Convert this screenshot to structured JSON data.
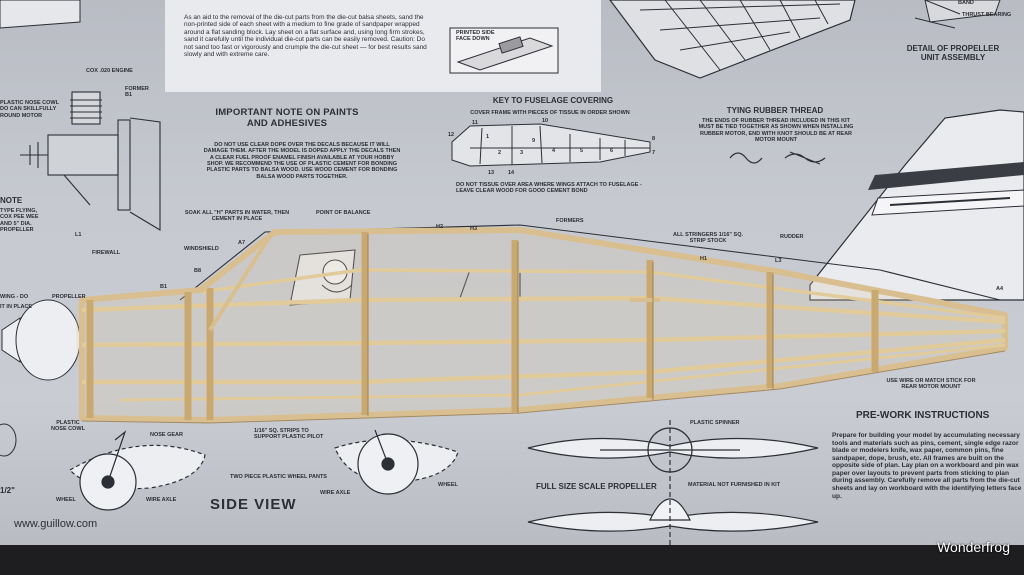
{
  "intro_text": "As an aid to the removal of the die-cut parts from the die-cut balsa sheets, sand the non-printed side of each sheet with a medium to fine grade of sandpaper wrapped around a flat sanding block. Lay sheet on a flat surface and, using long firm strokes, sand it carefully until the individual die-cut parts can be easily removed. Caution: Do not sand too fast or vigorously and crumple the die-cut sheet — for best results sand slowly and with extreme care.",
  "printed_side_label": "PRINTED SIDE FACE DOWN",
  "propeller_unit": {
    "title": "DETAIL OF PROPELLER UNIT ASSEMBLY",
    "labels": [
      "BAND",
      "THRUST BEARING"
    ]
  },
  "engine": {
    "labels": [
      "COX .020 ENGINE",
      "FORMER B1",
      "PLASTIC NOSE COWL DO CAN SKILLFULLY ROUND MOTOR",
      "FIREWALL",
      "L1"
    ],
    "note_title": "NOTE",
    "note_text": "TYPE FLYING, COX PEE WEE AND 5\" DIA. PROPELLER"
  },
  "paints_note": {
    "title": "IMPORTANT NOTE ON PAINTS AND ADHESIVES",
    "text": "DO NOT USE CLEAR DOPE OVER THE DECALS BECAUSE IT WILL DAMAGE THEM. AFTER THE MODEL IS DOPED APPLY THE DECALS THEN A CLEAR FUEL PROOF ENAMEL FINISH AVAILABLE AT YOUR HOBBY SHOP. WE RECOMMEND THE USE OF PLASTIC CEMENT FOR BONDING PLASTIC PARTS TO BALSA WOOD. USE WOOD CEMENT FOR BONDING BALSA WOOD PARTS TOGETHER."
  },
  "fuselage_key": {
    "title": "KEY TO FUSELAGE COVERING",
    "subtitle": "COVER FRAME WITH PIECES OF TISSUE IN ORDER SHOWN",
    "numbers": [
      "1",
      "2",
      "3",
      "4",
      "5",
      "6",
      "7",
      "8",
      "9",
      "10",
      "11",
      "12",
      "13",
      "14"
    ],
    "note": "DO NOT TISSUE OVER AREA WHERE WINGS ATTACH TO FUSELAGE - LEAVE CLEAR WOOD FOR GOOD CEMENT BOND"
  },
  "rubber_thread": {
    "title": "TYING RUBBER THREAD",
    "text": "THE ENDS OF RUBBER THREAD INCLUDED IN THIS KIT MUST BE TIED TOGETHER AS SHOWN WHEN INSTALLING RUBBER MOTOR, END WITH KNOT SHOULD BE AT REAR MOTOR MOUNT"
  },
  "side_view_labels": {
    "soak": "SOAK ALL \"H\" PARTS IN WATER, THEN CEMENT IN PLACE",
    "point_of_balance": "POINT OF BALANCE",
    "windshield": "WINDSHIELD",
    "formers": "FORMERS",
    "stringers": "ALL STRINGERS 1/16\" SQ. STRIP STOCK",
    "rudder": "RUDDER",
    "propeller": "PROPELLER",
    "wing_do": "WING - DO",
    "in_place": "IT IN PLACE",
    "plastic_nose_cowl": "PLASTIC NOSE COWL",
    "nose_gear": "NOSE GEAR",
    "strips": "1/16\" SQ. STRIPS TO SUPPORT PLASTIC PILOT",
    "wheel_pants": "TWO PIECE PLASTIC WHEEL PANTS",
    "wheel": "WHEEL",
    "wire_axle": "WIRE AXLE",
    "wheel2": "WHEEL",
    "wire_axle2": "WIRE AXLE",
    "half_inch": "1/2\"",
    "rear_mount": "USE WIRE OR MATCH STICK FOR REAR MOTOR MOUNT",
    "part_labels": [
      "A7",
      "B8",
      "B1",
      "H2",
      "H3",
      "L3",
      "H1",
      "A4"
    ],
    "title": "SIDE VIEW"
  },
  "propeller_drawing": {
    "title": "FULL SIZE SCALE PROPELLER",
    "spinner": "PLASTIC SPINNER",
    "material": "MATERIAL NOT FURNISHED IN KIT"
  },
  "prework": {
    "title": "PRE-WORK INSTRUCTIONS",
    "text": "Prepare for building your model by accumulating necessary tools and materials such as pins, cement, single edge razor blade or modelers knife, wax paper, common pins, fine sandpaper, dope, brush, etc. All frames are built on the opposite side of plan. Lay plan on a workboard and pin wax paper over layouts to prevent parts from sticking to plan during assembly. Carefully remove all parts from the die-cut sheets and lay on workboard with the identifying letters face up."
  },
  "website": "www.guillow.com",
  "watermark": "Wonderfrog",
  "colors": {
    "paper": "#c7cad1",
    "ink": "#2c2f36",
    "balsa": "#d9bf8f",
    "balsa_dark": "#b8965f"
  }
}
